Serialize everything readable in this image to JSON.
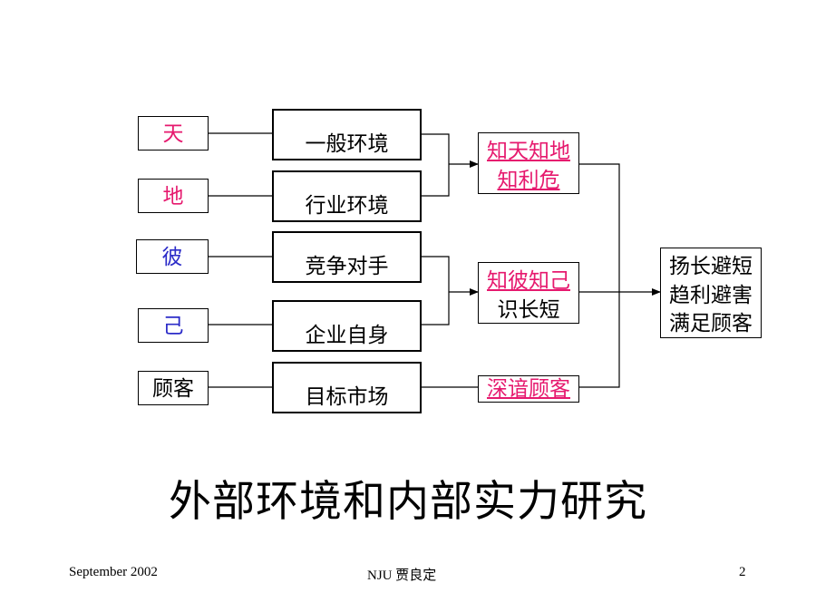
{
  "diagram": {
    "left_labels": [
      {
        "text": "天",
        "color": "#e6196e"
      },
      {
        "text": "地",
        "color": "#e6196e"
      },
      {
        "text": "彼",
        "color": "#2c2cc8"
      },
      {
        "text": "己",
        "color": "#2c2cc8"
      },
      {
        "text": "顾客",
        "color": "#000000"
      }
    ],
    "factors": [
      "一般环境",
      "行业环境",
      "竞争对手",
      "企业自身",
      "目标市场"
    ],
    "insights": [
      {
        "line1": "知天知地",
        "line2": "知利危"
      },
      {
        "line1": "知彼知己",
        "line2": "识长短"
      },
      {
        "line1": "深谙顾客"
      }
    ],
    "result": {
      "lines": [
        "扬长避短",
        "趋利避害",
        "满足顾客"
      ]
    }
  },
  "title": "外部环境和内部实力研究",
  "footer": {
    "date": "September 2002",
    "author": "NJU 贾良定",
    "page_number": "2"
  }
}
